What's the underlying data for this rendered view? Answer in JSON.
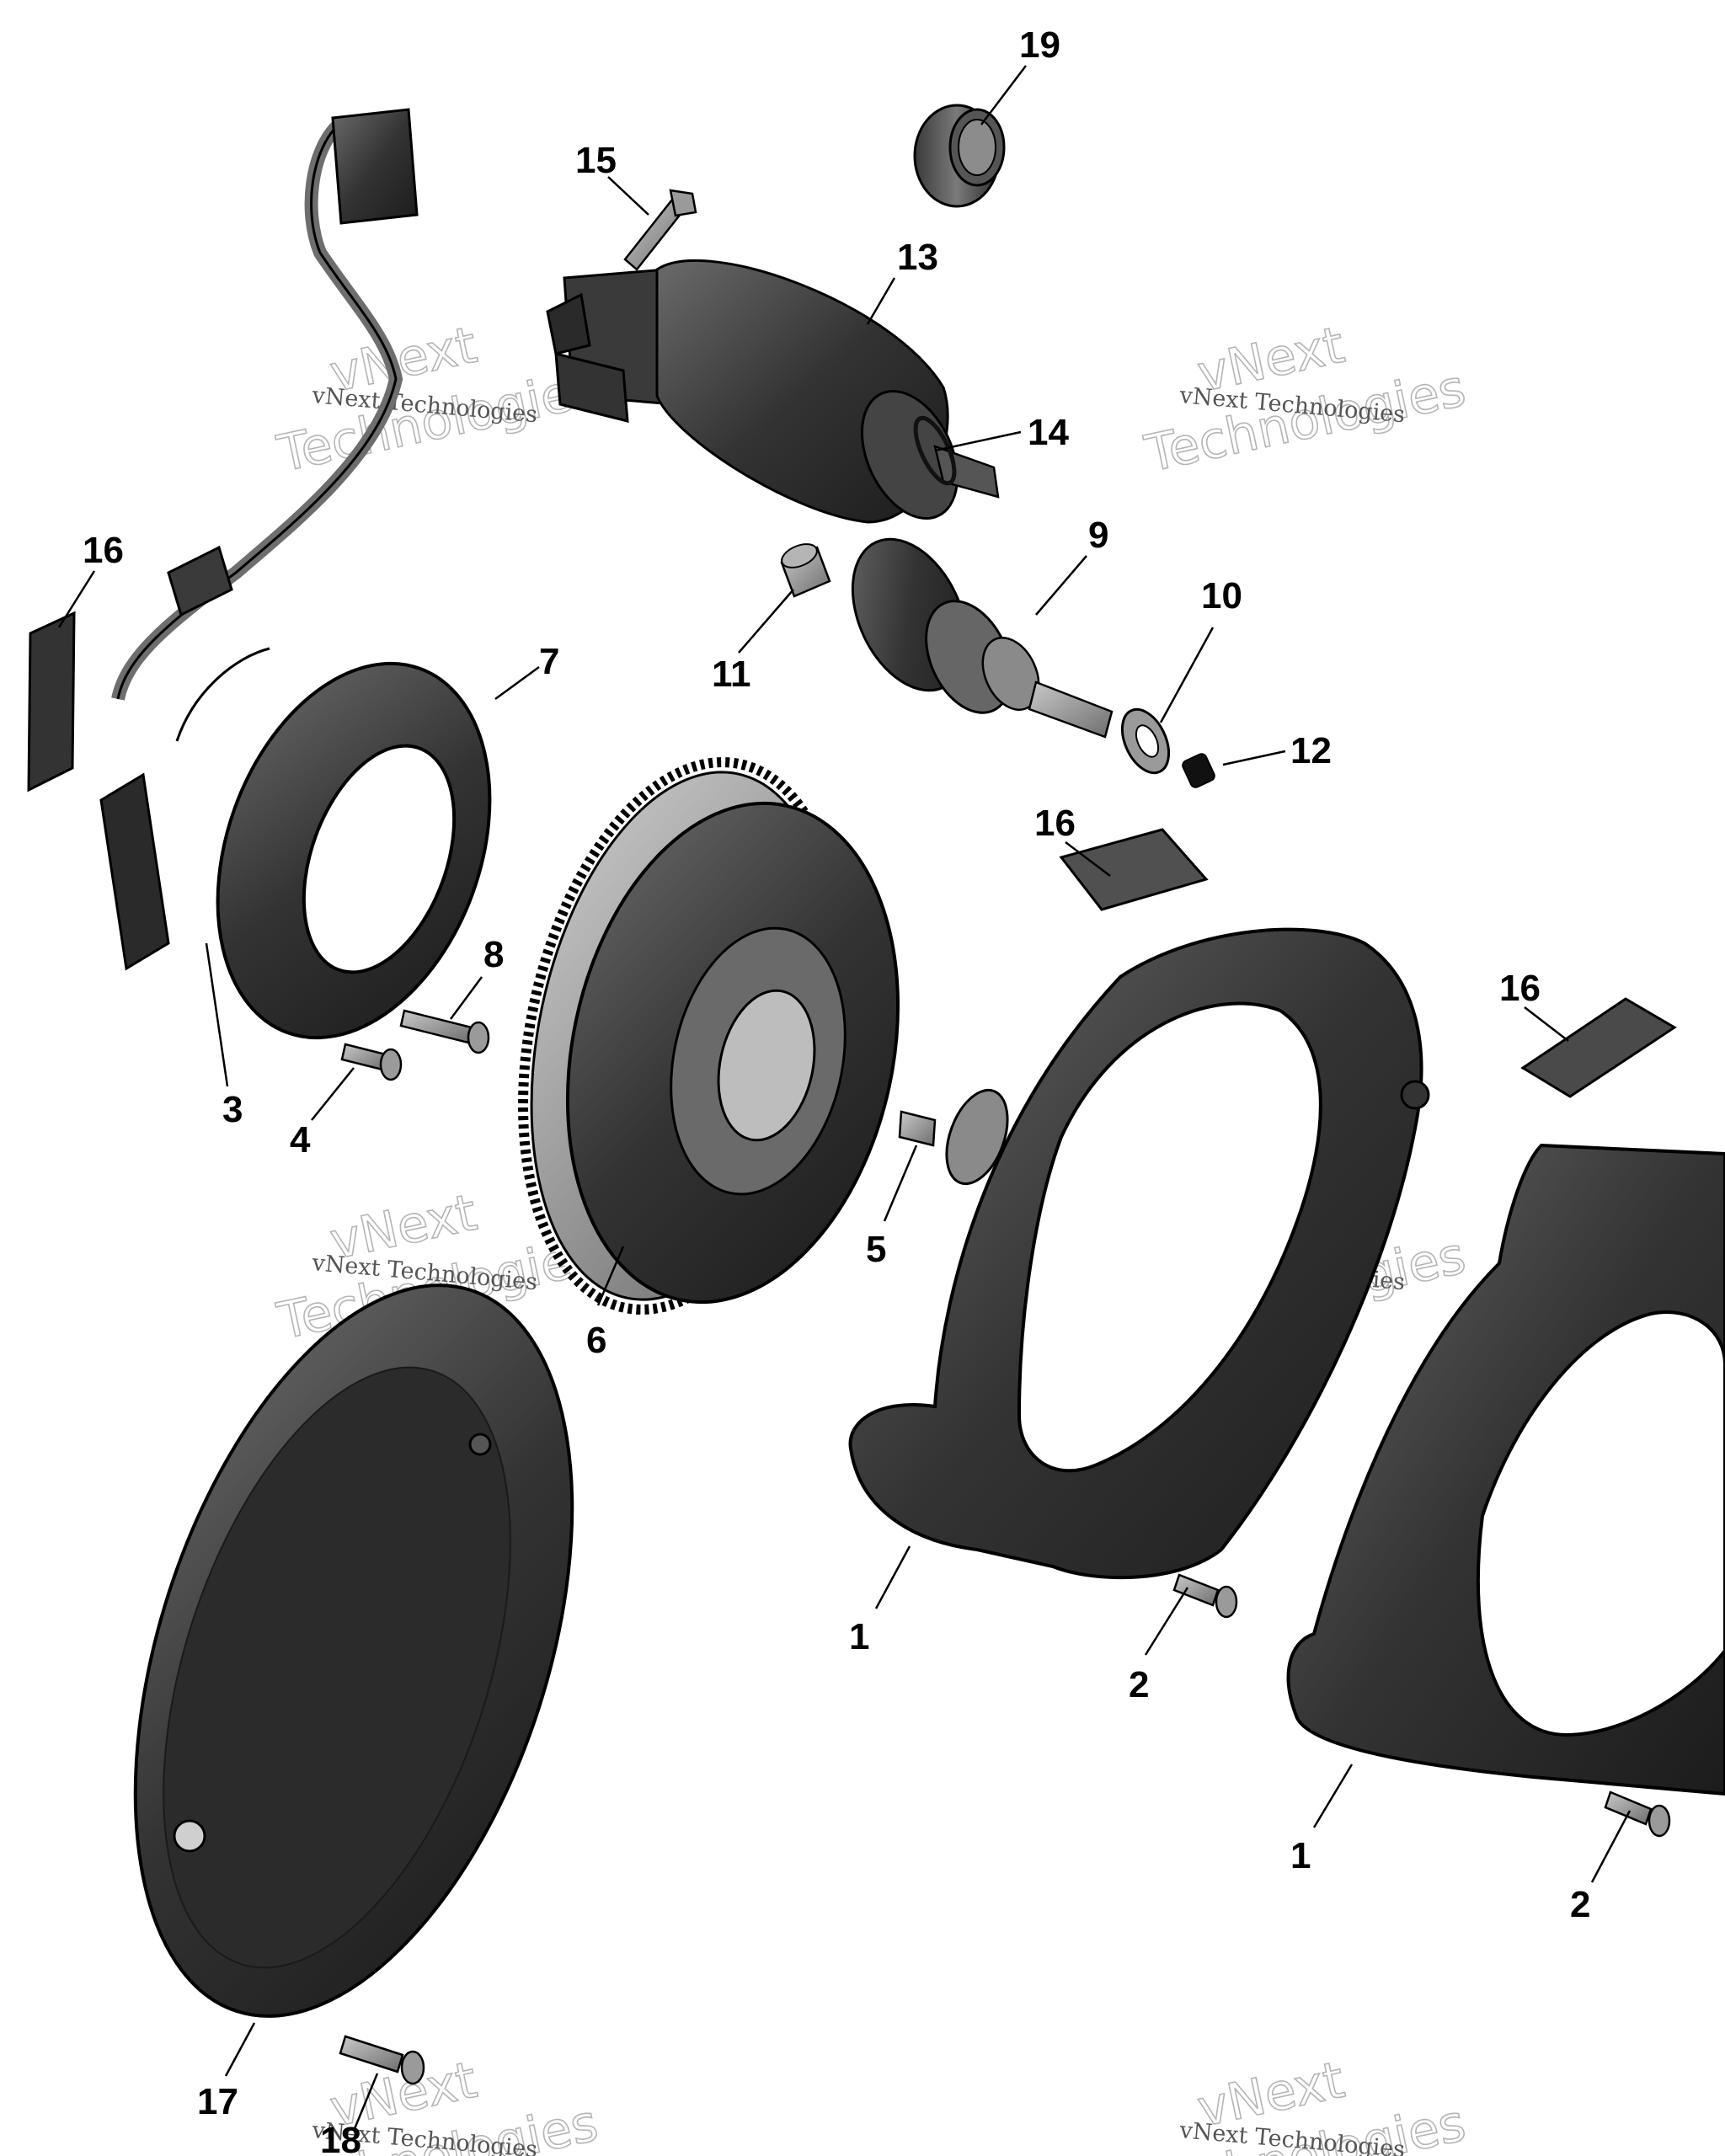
{
  "callouts": [
    "19",
    "15",
    "13",
    "14",
    "16",
    "9",
    "10",
    "11",
    "7",
    "12",
    "16",
    "8",
    "16",
    "3",
    "4",
    "5",
    "6",
    "1",
    "2",
    "1",
    "2",
    "17",
    "18"
  ],
  "watermark": {
    "small_text": "vNext Technologies",
    "big_line1": "vNext",
    "big_line2": "Technologies"
  },
  "colors": {
    "part_dark": "#2f2f2f",
    "part_mid": "#4d4d4d",
    "part_light": "#8a8a8a",
    "outline": "#000000",
    "leader": "#000000",
    "watermark_outline": "#b5b5b5"
  }
}
